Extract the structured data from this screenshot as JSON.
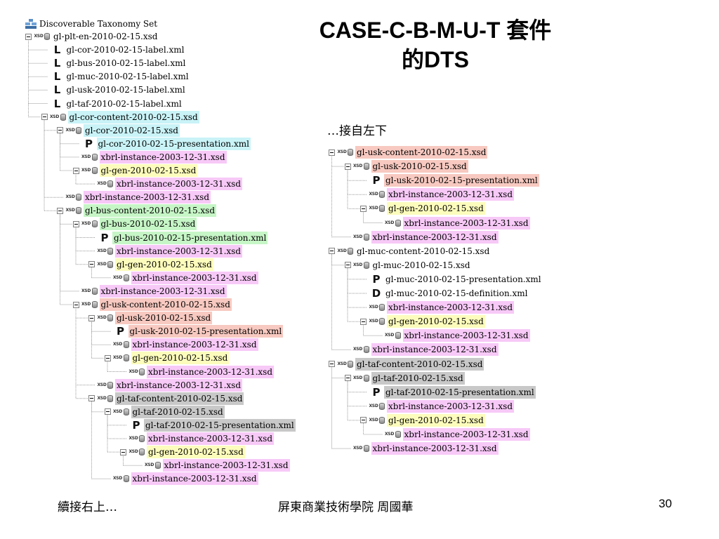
{
  "slide": {
    "title_line1": "CASE-C-B-M-U-T 套件",
    "title_line2": "的DTS",
    "note": "…接自左下",
    "footer_left": "續接右上…",
    "footer_center": "屏東商業技術學院  周國華",
    "page_number": "30"
  },
  "colors": {
    "cyan": "#c9f3f7",
    "pink": "#f7c9f7",
    "yellow": "#fcfcbc",
    "green": "#c6f5c6",
    "salmon": "#f7c9c0",
    "gray": "#c8c8c8"
  },
  "left_tree": {
    "header": "Discoverable Taxonomy Set",
    "nodes": [
      {
        "depth": 0,
        "icon": "XSD",
        "label": "gl-plt-en-2010-02-15.xsd",
        "bg": "none",
        "toggle": true
      },
      {
        "depth": 1,
        "icon": "L",
        "label": "gl-cor-2010-02-15-label.xml",
        "bg": "none",
        "toggle": false
      },
      {
        "depth": 1,
        "icon": "L",
        "label": "gl-bus-2010-02-15-label.xml",
        "bg": "none",
        "toggle": false
      },
      {
        "depth": 1,
        "icon": "L",
        "label": "gl-muc-2010-02-15-label.xml",
        "bg": "none",
        "toggle": false
      },
      {
        "depth": 1,
        "icon": "L",
        "label": "gl-usk-2010-02-15-label.xml",
        "bg": "none",
        "toggle": false
      },
      {
        "depth": 1,
        "icon": "L",
        "label": "gl-taf-2010-02-15-label.xml",
        "bg": "none",
        "toggle": false
      },
      {
        "depth": 1,
        "icon": "XSD",
        "label": "gl-cor-content-2010-02-15.xsd",
        "bg": "cyan",
        "toggle": true
      },
      {
        "depth": 2,
        "icon": "XSD",
        "label": "gl-cor-2010-02-15.xsd",
        "bg": "cyan",
        "toggle": true
      },
      {
        "depth": 3,
        "icon": "P",
        "label": "gl-cor-2010-02-15-presentation.xml",
        "bg": "cyan",
        "toggle": false
      },
      {
        "depth": 3,
        "icon": "XSD",
        "label": "xbrl-instance-2003-12-31.xsd",
        "bg": "pink",
        "toggle": false
      },
      {
        "depth": 3,
        "icon": "XSD",
        "label": "gl-gen-2010-02-15.xsd",
        "bg": "yellow",
        "toggle": true
      },
      {
        "depth": 4,
        "icon": "XSD",
        "label": "xbrl-instance-2003-12-31.xsd",
        "bg": "pink",
        "toggle": false
      },
      {
        "depth": 2,
        "icon": "XSD",
        "label": "xbrl-instance-2003-12-31.xsd",
        "bg": "pink",
        "toggle": false
      },
      {
        "depth": 2,
        "icon": "XSD",
        "label": "gl-bus-content-2010-02-15.xsd",
        "bg": "green",
        "toggle": true
      },
      {
        "depth": 3,
        "icon": "XSD",
        "label": "gl-bus-2010-02-15.xsd",
        "bg": "green",
        "toggle": true
      },
      {
        "depth": 4,
        "icon": "P",
        "label": "gl-bus-2010-02-15-presentation.xml",
        "bg": "green",
        "toggle": false
      },
      {
        "depth": 4,
        "icon": "XSD",
        "label": "xbrl-instance-2003-12-31.xsd",
        "bg": "pink",
        "toggle": false
      },
      {
        "depth": 4,
        "icon": "XSD",
        "label": "gl-gen-2010-02-15.xsd",
        "bg": "yellow",
        "toggle": true
      },
      {
        "depth": 5,
        "icon": "XSD",
        "label": "xbrl-instance-2003-12-31.xsd",
        "bg": "pink",
        "toggle": false
      },
      {
        "depth": 3,
        "icon": "XSD",
        "label": "xbrl-instance-2003-12-31.xsd",
        "bg": "pink",
        "toggle": false
      },
      {
        "depth": 3,
        "icon": "XSD",
        "label": "gl-usk-content-2010-02-15.xsd",
        "bg": "salmon",
        "toggle": true
      },
      {
        "depth": 4,
        "icon": "XSD",
        "label": "gl-usk-2010-02-15.xsd",
        "bg": "salmon",
        "toggle": true
      },
      {
        "depth": 5,
        "icon": "P",
        "label": "gl-usk-2010-02-15-presentation.xml",
        "bg": "salmon",
        "toggle": false
      },
      {
        "depth": 5,
        "icon": "XSD",
        "label": "xbrl-instance-2003-12-31.xsd",
        "bg": "pink",
        "toggle": false
      },
      {
        "depth": 5,
        "icon": "XSD",
        "label": "gl-gen-2010-02-15.xsd",
        "bg": "yellow",
        "toggle": true
      },
      {
        "depth": 6,
        "icon": "XSD",
        "label": "xbrl-instance-2003-12-31.xsd",
        "bg": "pink",
        "toggle": false
      },
      {
        "depth": 4,
        "icon": "XSD",
        "label": "xbrl-instance-2003-12-31.xsd",
        "bg": "pink",
        "toggle": false
      },
      {
        "depth": 4,
        "icon": "XSD",
        "label": "gl-taf-content-2010-02-15.xsd",
        "bg": "gray",
        "toggle": true
      },
      {
        "depth": 5,
        "icon": "XSD",
        "label": "gl-taf-2010-02-15.xsd",
        "bg": "gray",
        "toggle": true
      },
      {
        "depth": 6,
        "icon": "P",
        "label": "gl-taf-2010-02-15-presentation.xml",
        "bg": "gray",
        "toggle": false
      },
      {
        "depth": 6,
        "icon": "XSD",
        "label": "xbrl-instance-2003-12-31.xsd",
        "bg": "pink",
        "toggle": false
      },
      {
        "depth": 6,
        "icon": "XSD",
        "label": "gl-gen-2010-02-15.xsd",
        "bg": "yellow",
        "toggle": true
      },
      {
        "depth": 7,
        "icon": "XSD",
        "label": "xbrl-instance-2003-12-31.xsd",
        "bg": "pink",
        "toggle": false
      },
      {
        "depth": 5,
        "icon": "XSD",
        "label": "xbrl-instance-2003-12-31.xsd",
        "bg": "pink",
        "toggle": false
      }
    ]
  },
  "right_tree": {
    "nodes": [
      {
        "depth": 0,
        "icon": "XSD",
        "label": "gl-usk-content-2010-02-15.xsd",
        "bg": "salmon",
        "toggle": true
      },
      {
        "depth": 1,
        "icon": "XSD",
        "label": "gl-usk-2010-02-15.xsd",
        "bg": "salmon",
        "toggle": true
      },
      {
        "depth": 2,
        "icon": "P",
        "label": "gl-usk-2010-02-15-presentation.xml",
        "bg": "salmon",
        "toggle": false
      },
      {
        "depth": 2,
        "icon": "XSD",
        "label": "xbrl-instance-2003-12-31.xsd",
        "bg": "pink",
        "toggle": false
      },
      {
        "depth": 2,
        "icon": "XSD",
        "label": "gl-gen-2010-02-15.xsd",
        "bg": "yellow",
        "toggle": true
      },
      {
        "depth": 3,
        "icon": "XSD",
        "label": "xbrl-instance-2003-12-31.xsd",
        "bg": "pink",
        "toggle": false
      },
      {
        "depth": 1,
        "icon": "XSD",
        "label": "xbrl-instance-2003-12-31.xsd",
        "bg": "pink",
        "toggle": false
      },
      {
        "depth": 0,
        "icon": "XSD",
        "label": "gl-muc-content-2010-02-15.xsd",
        "bg": "none",
        "toggle": true
      },
      {
        "depth": 1,
        "icon": "XSD",
        "label": "gl-muc-2010-02-15.xsd",
        "bg": "none",
        "toggle": true
      },
      {
        "depth": 2,
        "icon": "P",
        "label": "gl-muc-2010-02-15-presentation.xml",
        "bg": "none",
        "toggle": false
      },
      {
        "depth": 2,
        "icon": "D",
        "label": "gl-muc-2010-02-15-definition.xml",
        "bg": "none",
        "toggle": false
      },
      {
        "depth": 2,
        "icon": "XSD",
        "label": "xbrl-instance-2003-12-31.xsd",
        "bg": "pink",
        "toggle": false
      },
      {
        "depth": 2,
        "icon": "XSD",
        "label": "gl-gen-2010-02-15.xsd",
        "bg": "yellow",
        "toggle": true
      },
      {
        "depth": 3,
        "icon": "XSD",
        "label": "xbrl-instance-2003-12-31.xsd",
        "bg": "pink",
        "toggle": false
      },
      {
        "depth": 1,
        "icon": "XSD",
        "label": "xbrl-instance-2003-12-31.xsd",
        "bg": "pink",
        "toggle": false
      },
      {
        "depth": 0,
        "icon": "XSD",
        "label": "gl-taf-content-2010-02-15.xsd",
        "bg": "gray",
        "toggle": true
      },
      {
        "depth": 1,
        "icon": "XSD",
        "label": "gl-taf-2010-02-15.xsd",
        "bg": "gray",
        "toggle": true
      },
      {
        "depth": 2,
        "icon": "P",
        "label": "gl-taf-2010-02-15-presentation.xml",
        "bg": "gray",
        "toggle": false
      },
      {
        "depth": 2,
        "icon": "XSD",
        "label": "xbrl-instance-2003-12-31.xsd",
        "bg": "pink",
        "toggle": false
      },
      {
        "depth": 2,
        "icon": "XSD",
        "label": "gl-gen-2010-02-15.xsd",
        "bg": "yellow",
        "toggle": true
      },
      {
        "depth": 3,
        "icon": "XSD",
        "label": "xbrl-instance-2003-12-31.xsd",
        "bg": "pink",
        "toggle": false
      },
      {
        "depth": 1,
        "icon": "XSD",
        "label": "xbrl-instance-2003-12-31.xsd",
        "bg": "pink",
        "toggle": false
      }
    ]
  }
}
